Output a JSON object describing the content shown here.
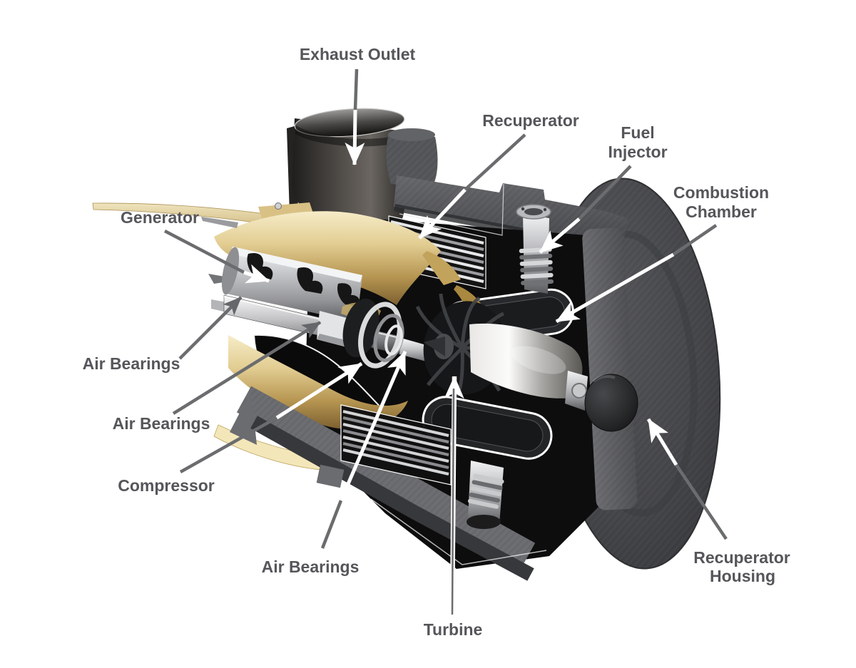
{
  "diagram": {
    "subject": "Microturbine engine cutaway diagram",
    "background": "#ffffff",
    "label_text_color": "#55565a",
    "leader_line_color": "#6b6c6e",
    "arrow_highlight_color": "#ffffff",
    "palette": {
      "housing_dark": "#3f4043",
      "housing_cut_face": "#5e5f62",
      "cavity_black": "#0d0d0e",
      "metal_light": "#e8e9ea",
      "metal_mid": "#a9aaad",
      "gold_light": "#f3e7ba",
      "gold_dark": "#a8894a"
    },
    "callouts": [
      {
        "id": "exhaust-outlet",
        "lines": [
          "Exhaust Outlet"
        ]
      },
      {
        "id": "recuperator",
        "lines": [
          "Recuperator"
        ]
      },
      {
        "id": "fuel-injector",
        "lines": [
          "Fuel",
          "Injector"
        ]
      },
      {
        "id": "combustion-chamber",
        "lines": [
          "Combustion",
          "Chamber"
        ]
      },
      {
        "id": "generator",
        "lines": [
          "Generator"
        ]
      },
      {
        "id": "air-bearings-generator-front",
        "lines": [
          "Air Bearings"
        ]
      },
      {
        "id": "air-bearings-generator-rear",
        "lines": [
          "Air Bearings"
        ]
      },
      {
        "id": "compressor",
        "lines": [
          "Compressor"
        ]
      },
      {
        "id": "air-bearings-turbine-end",
        "lines": [
          "Air Bearings"
        ]
      },
      {
        "id": "turbine",
        "lines": [
          "Turbine"
        ]
      },
      {
        "id": "recuperator-housing",
        "lines": [
          "Recuperator",
          "Housing"
        ]
      }
    ]
  }
}
